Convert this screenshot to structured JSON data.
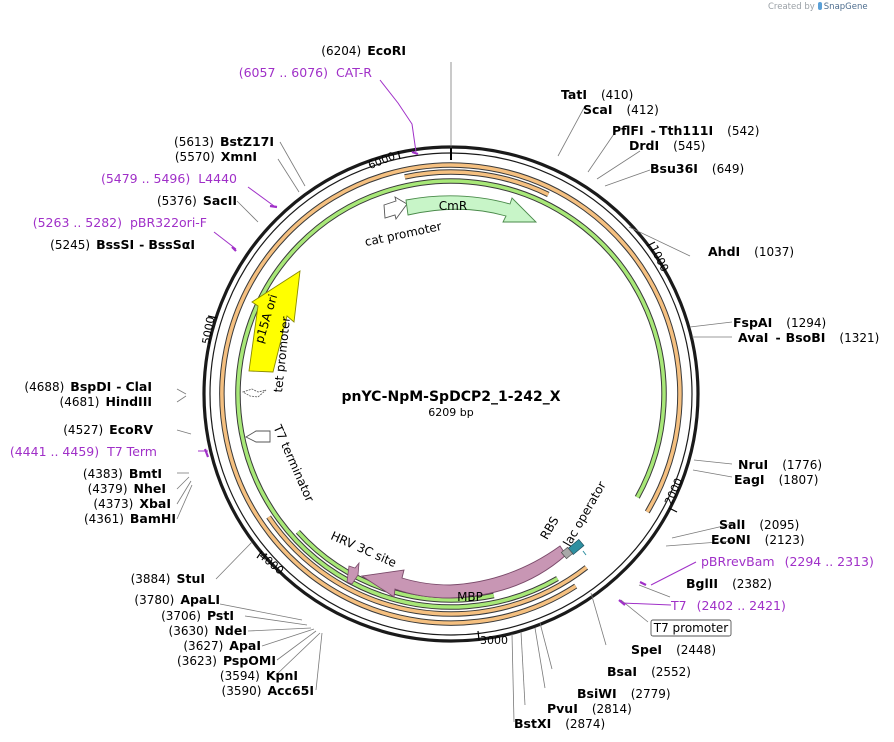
{
  "credit": {
    "prefix": "Created by",
    "brand": "SnapGene"
  },
  "plasmid": {
    "name": "pnYC-NpM-SpDCP2_1-242_X",
    "size": "6209 bp"
  },
  "ticks": [
    "1000",
    "2000",
    "3000",
    "4000",
    "5000",
    "6000"
  ],
  "features": {
    "cmr": "CmR",
    "cat_promoter": "cat promoter",
    "p15a_ori": "p15A ori",
    "tet_promoter": "tet promoter",
    "t7_terminator": "T7 terminator",
    "hrv_3c": "HRV 3C site",
    "mbp": "MBP",
    "rbs": "RBS",
    "lac_operator": "lac operator",
    "t7_promoter": "T7 promoter"
  },
  "sites": [
    {
      "id": "ecori",
      "pos": "(6204)",
      "name": "EcoRI"
    },
    {
      "id": "tati",
      "name": "TatI",
      "pos": "(410)"
    },
    {
      "id": "scai",
      "name": "ScaI",
      "pos": "(412)"
    },
    {
      "id": "pflfi",
      "name": "PflFI",
      "sep": "-",
      "name2": "Tth111I",
      "pos": "(542)"
    },
    {
      "id": "drdi",
      "name": "DrdI",
      "pos": "(545)"
    },
    {
      "id": "bsu36i",
      "name": "Bsu36I",
      "pos": "(649)"
    },
    {
      "id": "ahdi",
      "name": "AhdI",
      "pos": "(1037)"
    },
    {
      "id": "fspai",
      "name": "FspAI",
      "pos": "(1294)"
    },
    {
      "id": "avai",
      "name": "AvaI",
      "sep": "-",
      "name2": "BsoBI",
      "pos": "(1321)"
    },
    {
      "id": "drui",
      "name": "NruI",
      "pos": "(1776)"
    },
    {
      "id": "eagi",
      "name": "EagI",
      "pos": "(1807)"
    },
    {
      "id": "sali",
      "name": "SalI",
      "pos": "(2095)"
    },
    {
      "id": "ecoNi",
      "name": "EcoNI",
      "pos": "(2123)"
    },
    {
      "id": "bglii",
      "name": "BglII",
      "pos": "(2382)"
    },
    {
      "id": "spei",
      "name": "SpeI",
      "pos": "(2448)"
    },
    {
      "id": "bsai",
      "name": "BsaI",
      "pos": "(2552)"
    },
    {
      "id": "bsiwi",
      "name": "BsiWI",
      "pos": "(2779)"
    },
    {
      "id": "pvui",
      "name": "PvuI",
      "pos": "(2814)"
    },
    {
      "id": "bstxi",
      "name": "BstXI",
      "pos": "(2874)"
    },
    {
      "id": "bstz17i",
      "pos": "(5613)",
      "name": "BstZ17I"
    },
    {
      "id": "xmni",
      "pos": "(5570)",
      "name": "XmnI"
    },
    {
      "id": "sacii",
      "pos": "(5376)",
      "name": "SacII"
    },
    {
      "id": "bsssi",
      "pos": "(5245)",
      "name": "BssSI",
      "sep": "-",
      "name2": "BssSαI"
    },
    {
      "id": "bspdi",
      "pos": "(4688)",
      "name": "BspDI",
      "sep": "-",
      "name2": "ClaI"
    },
    {
      "id": "hindiii",
      "pos": "(4681)",
      "name": "HindIII"
    },
    {
      "id": "ecorv",
      "pos": "(4527)",
      "name": "EcoRV"
    },
    {
      "id": "bmti",
      "pos": "(4383)",
      "name": "BmtI"
    },
    {
      "id": "nhei",
      "pos": "(4379)",
      "name": "NheI"
    },
    {
      "id": "xbai",
      "pos": "(4373)",
      "name": "XbaI"
    },
    {
      "id": "bamhi",
      "pos": "(4361)",
      "name": "BamHI"
    },
    {
      "id": "stui",
      "pos": "(3884)",
      "name": "StuI"
    },
    {
      "id": "apali",
      "pos": "(3780)",
      "name": "ApaLI"
    },
    {
      "id": "psti",
      "pos": "(3706)",
      "name": "PstI"
    },
    {
      "id": "ndei",
      "pos": "(3630)",
      "name": "NdeI"
    },
    {
      "id": "apai",
      "pos": "(3627)",
      "name": "ApaI"
    },
    {
      "id": "pspomi",
      "pos": "(3623)",
      "name": "PspOMI"
    },
    {
      "id": "kpni",
      "pos": "(3594)",
      "name": "KpnI"
    },
    {
      "id": "acc65i",
      "pos": "(3590)",
      "name": "Acc65I"
    }
  ],
  "primers": [
    {
      "id": "catr",
      "range": "(6057 .. 6076)",
      "name": "CAT-R"
    },
    {
      "id": "l4440",
      "range": "(5479 .. 5496)",
      "name": "L4440"
    },
    {
      "id": "pbr322",
      "range": "(5263 .. 5282)",
      "name": "pBR322ori-F"
    },
    {
      "id": "t7term",
      "range": "(4441 .. 4459)",
      "name": "T7 Term"
    },
    {
      "id": "pbrrevbam",
      "name": "pBRrevBam",
      "range": "(2294 .. 2313)"
    },
    {
      "id": "t7",
      "name": "T7",
      "range": "(2402 .. 2421)"
    }
  ],
  "colors": {
    "backbone": "#1a1a1a",
    "cmr": "#c8f5c8",
    "p15a": "#ffff00",
    "mbp": "#c896b4",
    "orf_orange": "#f5c080",
    "orf_green": "#a8e878",
    "primer": "#a030c8",
    "lac_operator": "#2e8fa0"
  }
}
